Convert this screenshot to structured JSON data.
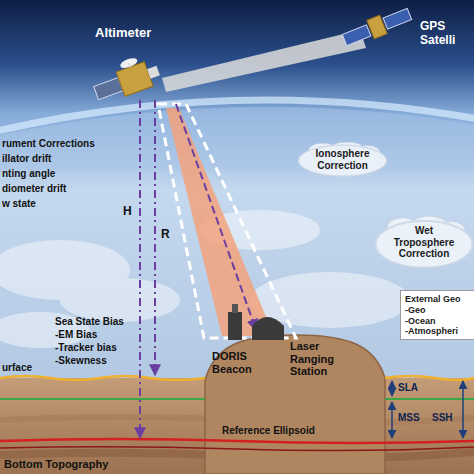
{
  "diagram": {
    "nodes": [
      {
        "text": [
          "Ionosphere Correction"
        ]
      },
      {
        "text": [
          "Wet Troposphere Correction"
        ]
      },
      {
        "text": [
          "External Geo",
          "-Geo",
          "-Ocean",
          "-Atmospheri"
        ]
      }
    ],
    "labels": [
      "Altimeter",
      "GPS Satelli",
      "rument Corrections",
      "illator drift",
      "nting angle",
      "diometer drift",
      "w state",
      "H",
      "R",
      "Sea State Bias",
      "-EM Bias",
      "-Tracker bias",
      "-Skewness",
      "DORIS Beacon",
      "Laser Ranging Station",
      "urface",
      "SLA",
      "MSS",
      "SSH",
      "Reference Ellipsoid",
      "Bottom Topography"
    ]
  }
}
